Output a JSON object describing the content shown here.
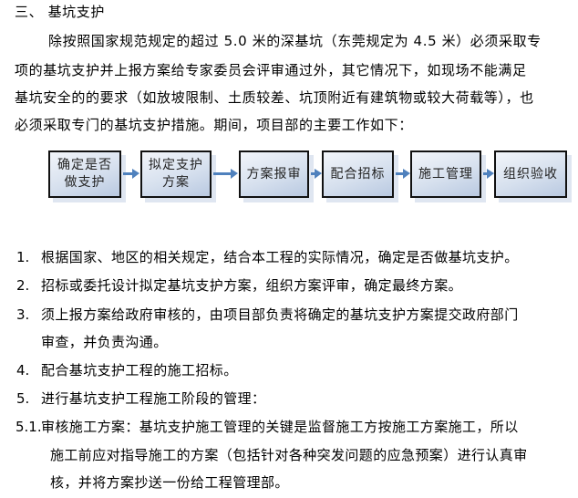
{
  "section": {
    "heading": "三、 基坑支护",
    "paragraph_lines": [
      "除按照国家规范规定的超过 5.0 米的深基坑（东莞规定为 4.5 米）必须采取专",
      "项的基坑支护并上报方案给专家委员会评审通过外，其它情况下，如现场不能满足",
      "基坑安全的的要求（如放坡限制、土质较差、坑顶附近有建筑物或较大荷载等），也",
      "必须采取专门的基坑支护措施。期间，项目部的主要工作如下："
    ]
  },
  "flowchart": {
    "arrow_color": "#4f81bd",
    "box_border_color": "#111111",
    "steps": [
      {
        "line1": "确定是否",
        "line2": "做支护"
      },
      {
        "line1": "拟定支护",
        "line2": "方案"
      },
      {
        "line1": "方案报审",
        "line2": ""
      },
      {
        "line1": "配合招标",
        "line2": ""
      },
      {
        "line1": "施工管理",
        "line2": ""
      },
      {
        "line1": "组织验收",
        "line2": ""
      }
    ]
  },
  "list": {
    "items": [
      {
        "num": "1.",
        "lines": [
          "根据国家、地区的相关规定，结合本工程的实际情况，确定是否做基坑支护。"
        ]
      },
      {
        "num": "2.",
        "lines": [
          "招标或委托设计拟定基坑支护方案，组织方案评审，确定最终方案。"
        ]
      },
      {
        "num": "3.",
        "lines": [
          "须上报方案给政府审核的，由项目部负责将确定的基坑支护方案提交政府部门",
          "审查，并负责沟通。"
        ]
      },
      {
        "num": "4.",
        "lines": [
          "配合基坑支护工程的施工招标。"
        ]
      },
      {
        "num": "5.",
        "lines": [
          "进行基坑支护工程施工阶段的管理："
        ]
      }
    ],
    "sub_items": [
      {
        "num": "5.1.",
        "lines": [
          "审核施工方案：基坑支护施工管理的关键是监督施工方按施工方案施工，所以",
          "施工前应对指导施工的方案（包括针对各种突发问题的应急预案）进行认真审",
          "核，并将方案抄送一份给工程管理部。"
        ]
      }
    ]
  }
}
